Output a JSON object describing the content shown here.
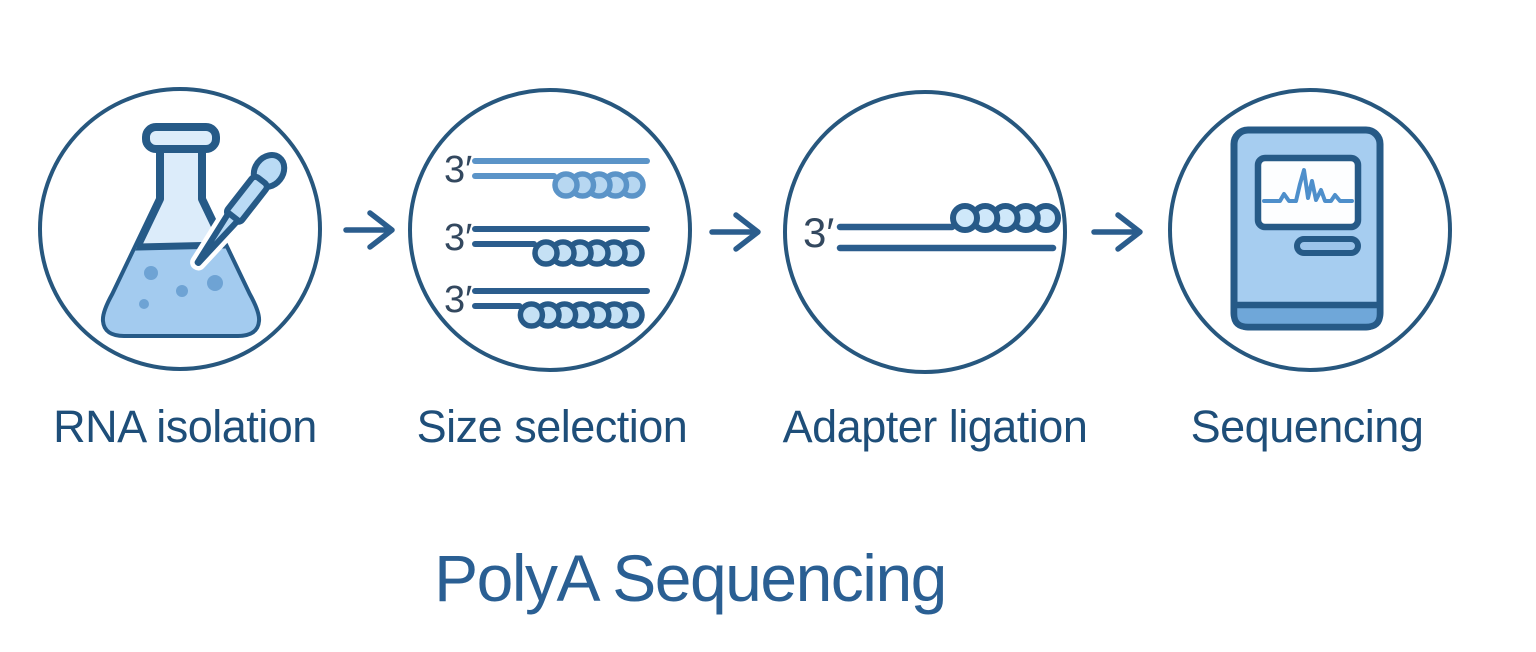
{
  "title": "PolyA Sequencing",
  "steps": [
    {
      "name": "rna-isolation",
      "label": "RNA isolation",
      "icon": "flask-pipette-icon"
    },
    {
      "name": "size-selection",
      "label": "Size selection",
      "icon": "rna-strands-polya-tails-icon",
      "strands": [
        {
          "end_label": "3′",
          "polya_beads": 5,
          "tone": "light"
        },
        {
          "end_label": "3′",
          "polya_beads": 6,
          "tone": "dark"
        },
        {
          "end_label": "3′",
          "polya_beads": 7,
          "tone": "dark"
        }
      ]
    },
    {
      "name": "adapter-ligation",
      "label": "Adapter ligation",
      "icon": "rna-strand-adapter-icon",
      "strands": [
        {
          "end_label": "3′",
          "polya_beads": 5,
          "tone": "dark"
        }
      ]
    },
    {
      "name": "sequencing",
      "label": "Sequencing",
      "icon": "sequencer-machine-icon"
    }
  ],
  "arrows": [
    {
      "glyph": "right-arrow"
    },
    {
      "glyph": "right-arrow"
    },
    {
      "glyph": "right-arrow"
    }
  ],
  "colors": {
    "outline": "#27577e",
    "label_text": "#1e4e79",
    "title_text": "#2a5f93",
    "flask_glass": "#dcecfa",
    "flask_liquid": "#a3cbef",
    "bubble": "#6ea3d4",
    "medium_blue": "#5b94c8",
    "dark_blue": "#2b5d8d",
    "bead_fill_light": "#b7d7f1",
    "bead_fill_dark": "#c5e1f5",
    "machine_body": "#a6cdf0",
    "machine_band": "#6fa7d9",
    "machine_slot": "#9cc4ea",
    "screen_trace": "#4e8fcb"
  }
}
